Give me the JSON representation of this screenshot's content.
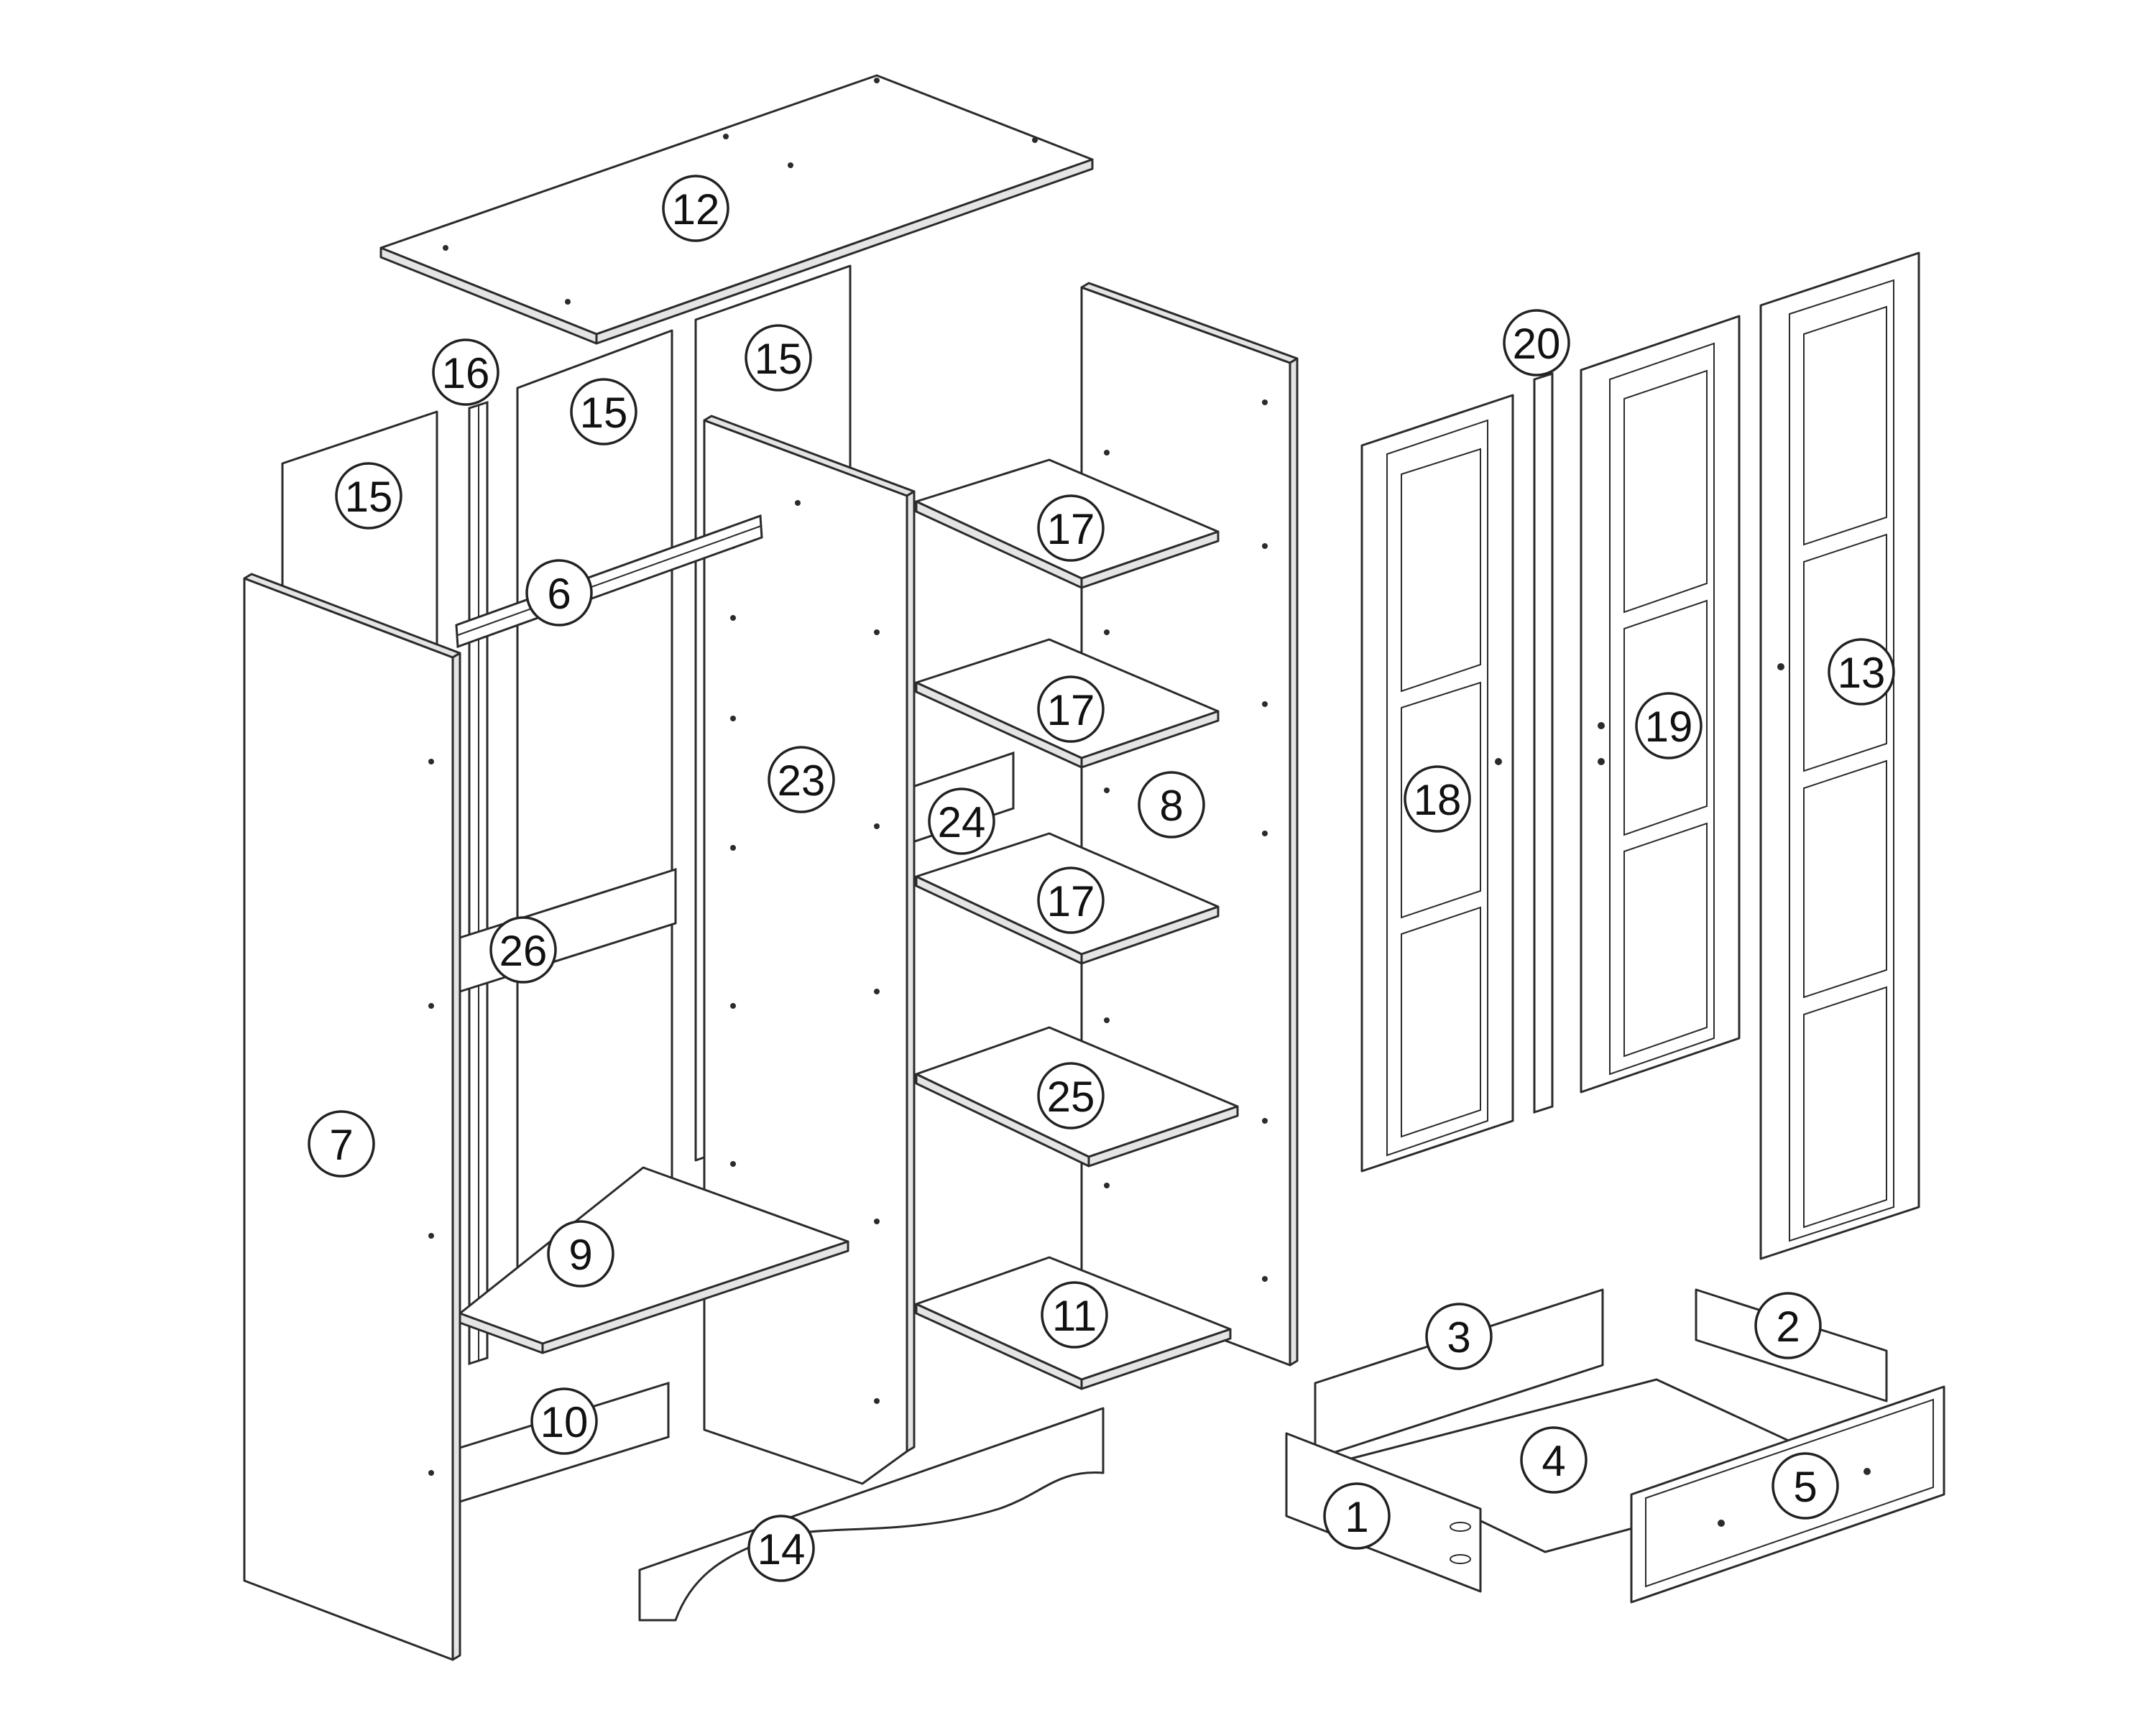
{
  "parts": [
    {
      "id": "p1",
      "label": "1"
    },
    {
      "id": "p2",
      "label": "2"
    },
    {
      "id": "p3",
      "label": "3"
    },
    {
      "id": "p4",
      "label": "4"
    },
    {
      "id": "p5",
      "label": "5"
    },
    {
      "id": "p6",
      "label": "6"
    },
    {
      "id": "p7",
      "label": "7"
    },
    {
      "id": "p8",
      "label": "8"
    },
    {
      "id": "p9",
      "label": "9"
    },
    {
      "id": "p10",
      "label": "10"
    },
    {
      "id": "p11",
      "label": "11"
    },
    {
      "id": "p12",
      "label": "12"
    },
    {
      "id": "p13",
      "label": "13"
    },
    {
      "id": "p14",
      "label": "14"
    },
    {
      "id": "p15a",
      "label": "15"
    },
    {
      "id": "p15b",
      "label": "15"
    },
    {
      "id": "p15c",
      "label": "15"
    },
    {
      "id": "p16",
      "label": "16"
    },
    {
      "id": "p17a",
      "label": "17"
    },
    {
      "id": "p17b",
      "label": "17"
    },
    {
      "id": "p17c",
      "label": "17"
    },
    {
      "id": "p18",
      "label": "18"
    },
    {
      "id": "p19",
      "label": "19"
    },
    {
      "id": "p20",
      "label": "20"
    },
    {
      "id": "p23",
      "label": "23"
    },
    {
      "id": "p24",
      "label": "24"
    },
    {
      "id": "p25",
      "label": "25"
    },
    {
      "id": "p26",
      "label": "26"
    }
  ]
}
